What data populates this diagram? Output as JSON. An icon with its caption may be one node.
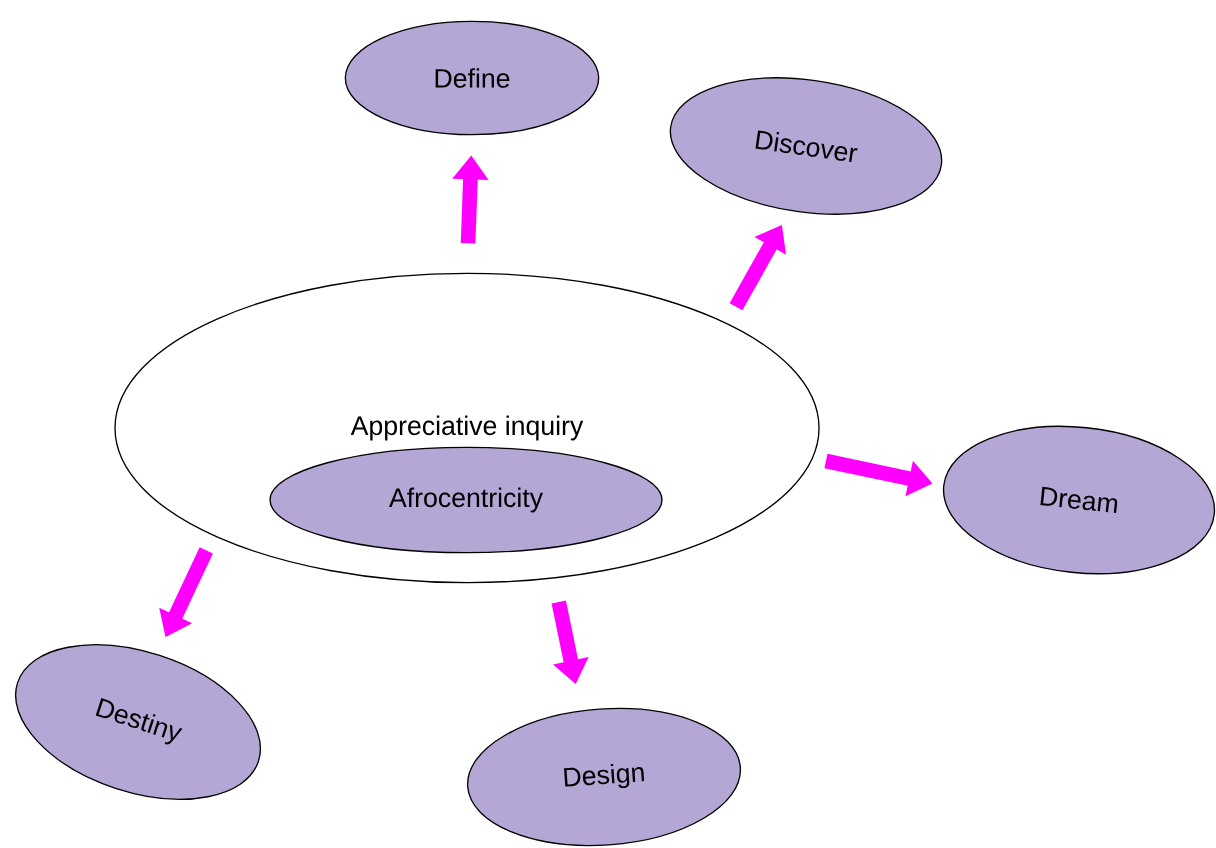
{
  "diagram": {
    "nodes": [
      {
        "text": [
          "Appreciative inquiry"
        ]
      },
      {
        "text": [
          "Afrocentricity"
        ],
        "in": 0
      },
      {
        "text": [
          "Define"
        ]
      },
      {
        "text": [
          "Discover"
        ]
      },
      {
        "text": [
          "Dream"
        ]
      },
      {
        "text": [
          "Design"
        ]
      },
      {
        "text": [
          "Destiny"
        ]
      }
    ],
    "edges": [
      {
        "from": 0,
        "to": 2,
        "arrow": "to"
      },
      {
        "from": 0,
        "to": 3,
        "arrow": "to"
      },
      {
        "from": 0,
        "to": 4,
        "arrow": "to"
      },
      {
        "from": 0,
        "to": 5,
        "arrow": "to"
      },
      {
        "from": 0,
        "to": 6,
        "arrow": "to"
      }
    ]
  }
}
